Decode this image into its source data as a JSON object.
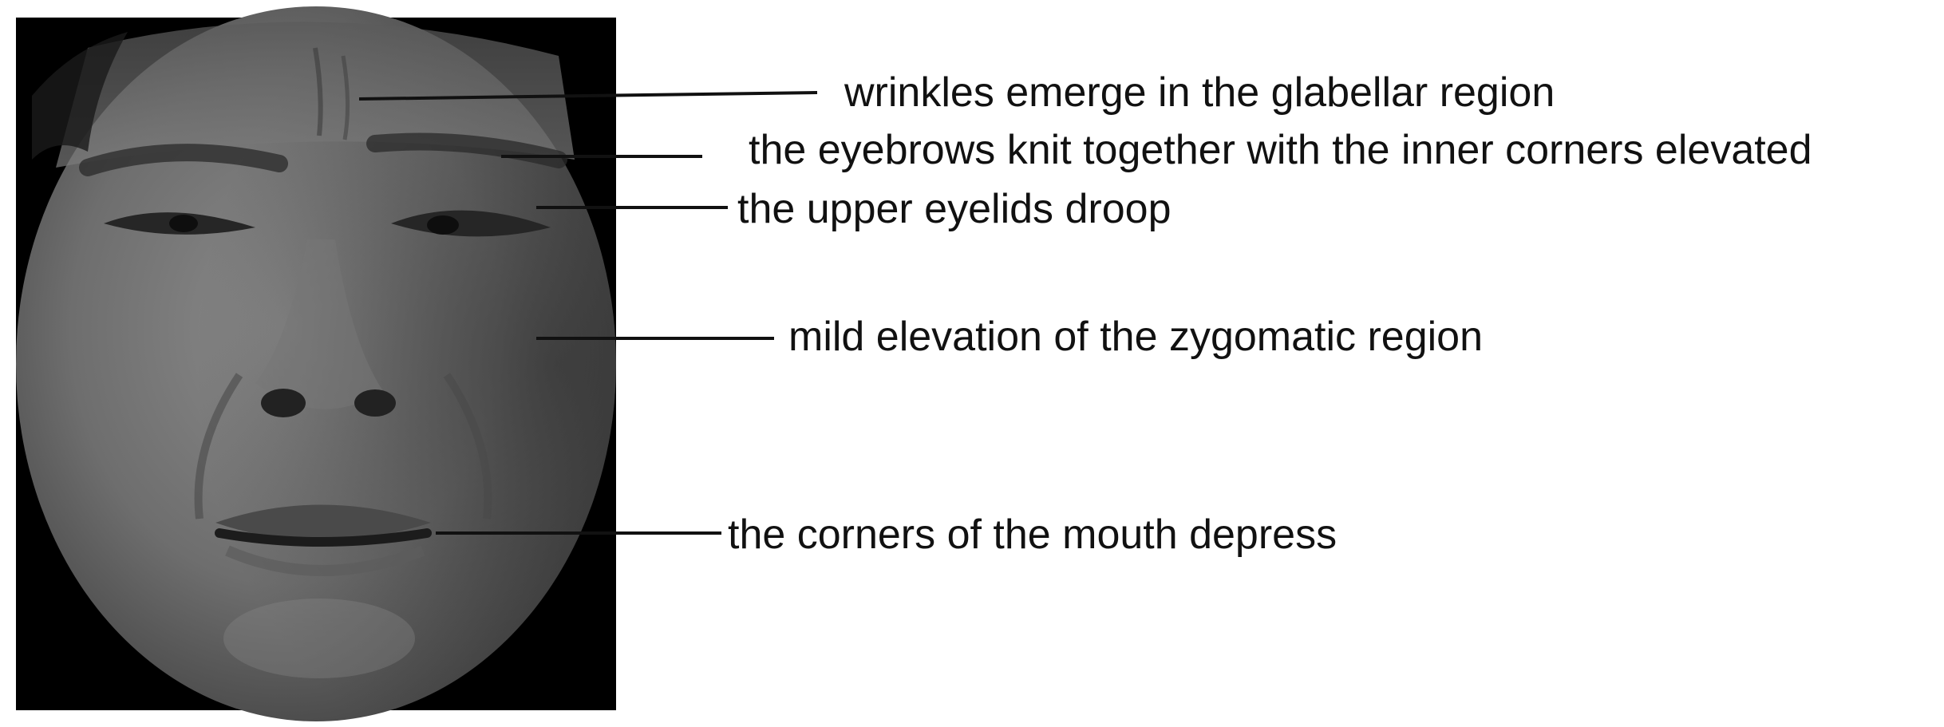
{
  "annotations": [
    {
      "id": "glabellar",
      "text": "wrinkles emerge in the glabellar region"
    },
    {
      "id": "eyebrows",
      "text": "the eyebrows knit together with the inner corners elevated"
    },
    {
      "id": "eyelids",
      "text": "the upper eyelids droop"
    },
    {
      "id": "zygomatic",
      "text": "mild elevation of the zygomatic region"
    },
    {
      "id": "mouth",
      "text": "the corners of the mouth depress"
    }
  ],
  "colors": {
    "background": "#ffffff",
    "photo_background": "#000000",
    "skin_light": "#8c8c8c",
    "skin_dark": "#3a3a3a",
    "leader_line": "#111111",
    "text": "#111111"
  }
}
